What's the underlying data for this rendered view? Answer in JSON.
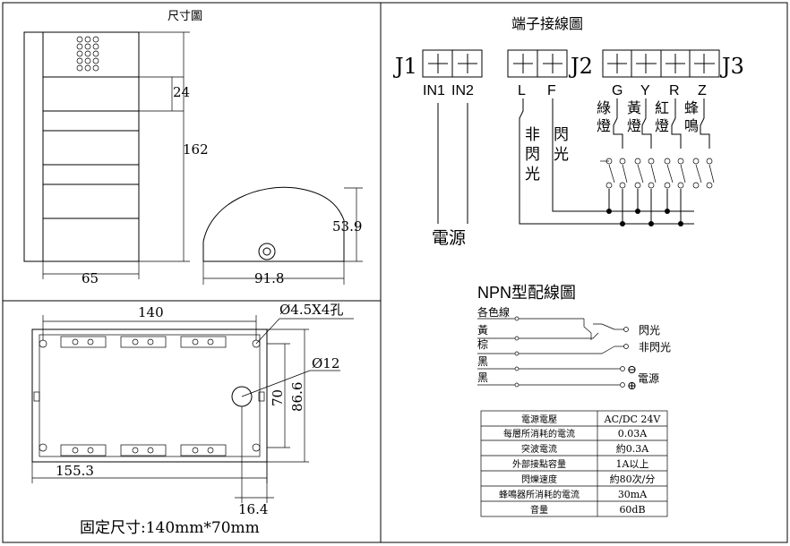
{
  "left": {
    "dimensions_title": "尺寸圖",
    "dims": {
      "d24": "24",
      "d162": "162",
      "d65": "65",
      "d53_9": "53.9",
      "d91_8": "91.8"
    },
    "mount": {
      "d140": "140",
      "hole_label": "Ø4.5X4孔",
      "d12": "Ø12",
      "d70": "70",
      "d86_6": "86.6",
      "d155_3": "155.3",
      "d16_4": "16.4"
    },
    "fixed_size": "固定尺寸:140mm*70mm"
  },
  "right": {
    "wiring_title": "端子接線圖",
    "j1": "J1",
    "j2": "J2",
    "j3": "J3",
    "in1": "IN1",
    "in2": "IN2",
    "L": "L",
    "F": "F",
    "G": "G",
    "Y": "Y",
    "R": "R",
    "Z": "Z",
    "green_lamp": [
      "綠",
      "燈"
    ],
    "yellow_lamp": [
      "黃",
      "燈"
    ],
    "red_lamp": [
      "紅",
      "燈"
    ],
    "buzzer": [
      "蜂",
      "鳴"
    ],
    "non_flash": [
      "非",
      "閃",
      "光"
    ],
    "flash": [
      "閃",
      "光"
    ],
    "power": "電源",
    "npn_title": "NPN型配線圖",
    "npn": {
      "each_color": "各色線",
      "yellow": "黃",
      "brown": "棕",
      "black1": "黑",
      "black2": "黑",
      "flash": "閃光",
      "non_flash": "非閃光",
      "minus": "⊖",
      "plus": "⊕",
      "power": "電源"
    },
    "spec_table": [
      [
        "電源電壓",
        "AC/DC 24V"
      ],
      [
        "每層所消耗的電流",
        "0.03A"
      ],
      [
        "突波電流",
        "約0.3A"
      ],
      [
        "外部接點容量",
        "1A以上"
      ],
      [
        "閃爍速度",
        "約80次/分"
      ],
      [
        "蜂鳴器所消耗的電流",
        "30mA"
      ],
      [
        "音量",
        "60dB"
      ]
    ]
  }
}
